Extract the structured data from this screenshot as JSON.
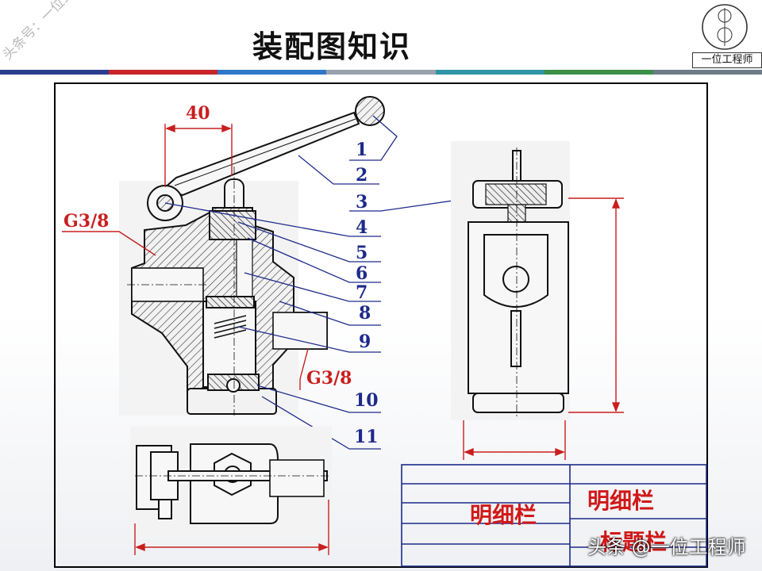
{
  "slide": {
    "title": "装配图知识",
    "watermark_diagonal": "头条号：一位工程师",
    "watermark_bottom": "头条 @一位工程师",
    "logo_text": "一位工程师",
    "divider_colors": [
      "#2a3e8f",
      "#c8242a",
      "#2e77c8",
      "#9aa2ad",
      "#2f95a6",
      "#3c8f47",
      "#6e7b88"
    ]
  },
  "drawing": {
    "dimension_40": "40",
    "thread_label_top": "G3/8",
    "thread_label_bottom": "G3/8",
    "part_numbers": [
      "1",
      "2",
      "3",
      "4",
      "5",
      "6",
      "7",
      "8",
      "9",
      "10",
      "11"
    ],
    "table": {
      "detail_list": "明细栏",
      "detail_list_2": "明细栏",
      "title_block": "标题栏"
    }
  }
}
